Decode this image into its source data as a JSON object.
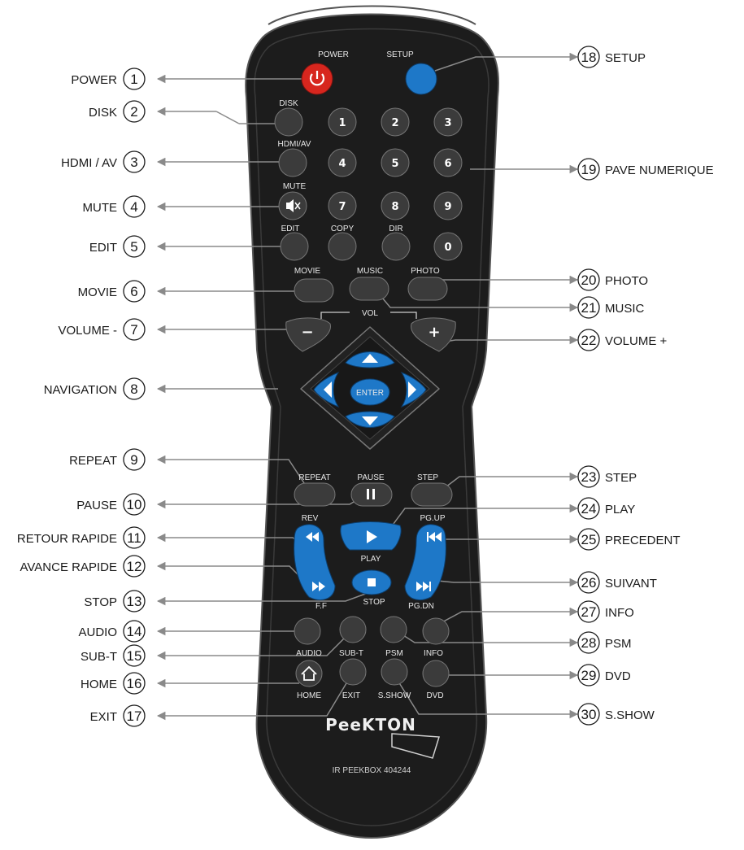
{
  "callouts_left": [
    {
      "num": "1",
      "label": "POWER"
    },
    {
      "num": "2",
      "label": "DISK"
    },
    {
      "num": "3",
      "label": "HDMI / AV"
    },
    {
      "num": "4",
      "label": "MUTE"
    },
    {
      "num": "5",
      "label": "EDIT"
    },
    {
      "num": "6",
      "label": "MOVIE"
    },
    {
      "num": "7",
      "label": "VOLUME -"
    },
    {
      "num": "8",
      "label": "NAVIGATION"
    },
    {
      "num": "9",
      "label": "REPEAT"
    },
    {
      "num": "10",
      "label": "PAUSE"
    },
    {
      "num": "11",
      "label": "RETOUR RAPIDE"
    },
    {
      "num": "12",
      "label": "AVANCE RAPIDE"
    },
    {
      "num": "13",
      "label": "STOP"
    },
    {
      "num": "14",
      "label": "AUDIO"
    },
    {
      "num": "15",
      "label": "SUB-T"
    },
    {
      "num": "16",
      "label": "HOME"
    },
    {
      "num": "17",
      "label": "EXIT"
    }
  ],
  "callouts_right": [
    {
      "num": "18",
      "label": "SETUP"
    },
    {
      "num": "19",
      "label": "PAVE NUMERIQUE"
    },
    {
      "num": "20",
      "label": "PHOTO"
    },
    {
      "num": "21",
      "label": "MUSIC"
    },
    {
      "num": "22",
      "label": "VOLUME +"
    },
    {
      "num": "23",
      "label": "STEP"
    },
    {
      "num": "24",
      "label": "PLAY"
    },
    {
      "num": "25",
      "label": "PRECEDENT"
    },
    {
      "num": "26",
      "label": "SUIVANT"
    },
    {
      "num": "27",
      "label": "INFO"
    },
    {
      "num": "28",
      "label": "PSM"
    },
    {
      "num": "29",
      "label": "DVD"
    },
    {
      "num": "30",
      "label": "S.SHOW"
    }
  ],
  "remote": {
    "labels": {
      "power": "POWER",
      "setup": "SETUP",
      "disk": "DISK",
      "hdmi_av": "HDMI/AV",
      "mute": "MUTE",
      "edit": "EDIT",
      "copy": "COPY",
      "dir": "DIR",
      "movie": "MOVIE",
      "music": "MUSIC",
      "photo": "PHOTO",
      "vol": "VOL",
      "enter": "ENTER",
      "repeat": "REPEAT",
      "pause": "PAUSE",
      "step": "STEP",
      "rev": "REV",
      "play": "PLAY",
      "pg_up": "PG.UP",
      "ff": "F.F",
      "stop": "STOP",
      "pg_dn": "PG.DN",
      "audio": "AUDIO",
      "sub_t": "SUB-T",
      "psm": "PSM",
      "info": "INFO",
      "home": "HOME",
      "exit": "EXIT",
      "s_show": "S.SHOW",
      "dvd": "DVD"
    },
    "digits": [
      "1",
      "2",
      "3",
      "4",
      "5",
      "6",
      "7",
      "8",
      "9",
      "0"
    ],
    "vol_minus": "−",
    "vol_plus": "+",
    "brand": "PeeKTON",
    "model": "IR PEEKBOX 404244"
  },
  "colors": {
    "power": "#d7261e",
    "blue": "#1e78c8",
    "body": "#1c1c1c",
    "button": "#3b3b3b"
  }
}
